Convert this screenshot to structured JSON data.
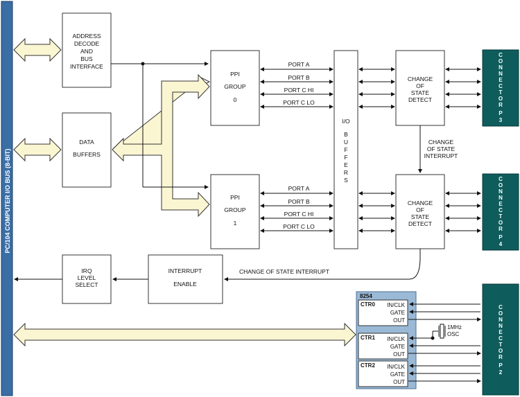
{
  "bus": {
    "label": "PC/104 COMPUTER I/O BUS (8-BIT)"
  },
  "blocks": {
    "address": [
      "ADDRESS",
      "DECODE",
      "AND",
      "BUS",
      "INTERFACE"
    ],
    "data_buffers": [
      "DATA",
      "BUFFERS"
    ],
    "ppi0": [
      "PPI",
      "GROUP",
      "0"
    ],
    "ppi1": [
      "PPI",
      "GROUP",
      "1"
    ],
    "io_buffers": [
      "I/O",
      "B",
      "U",
      "F",
      "F",
      "E",
      "R",
      "S"
    ],
    "cos0": [
      "CHANGE",
      "OF",
      "STATE",
      "DETECT"
    ],
    "cos1": [
      "CHANGE",
      "OF",
      "STATE",
      "DETECT"
    ],
    "irq": [
      "IRQ",
      "LEVEL",
      "SELECT"
    ],
    "int_enable": [
      "INTERRUPT",
      "ENABLE"
    ]
  },
  "ports": [
    "PORT A",
    "PORT B",
    "PORT C HI",
    "PORT C LO"
  ],
  "cos_interrupt_label": [
    "CHANGE",
    "OF STATE",
    "INTERRUPT"
  ],
  "change_of_state_interrupt_label": "CHANGE OF STATE INTERRUPT",
  "connectors": {
    "p3": [
      "C",
      "O",
      "N",
      "N",
      "E",
      "C",
      "T",
      "O",
      "R",
      "",
      "P",
      "3"
    ],
    "p4": [
      "C",
      "O",
      "N",
      "N",
      "E",
      "C",
      "T",
      "O",
      "R",
      "",
      "P",
      "4"
    ],
    "p2": [
      "C",
      "O",
      "N",
      "N",
      "E",
      "C",
      "T",
      "O",
      "R",
      "",
      "P",
      "2"
    ]
  },
  "timer": {
    "title": "8254",
    "counters": [
      {
        "name": "CTR0",
        "pins": [
          "IN/CLK",
          "GATE",
          "OUT"
        ]
      },
      {
        "name": "CTR1",
        "pins": [
          "IN/CLK",
          "GATE",
          "OUT"
        ]
      },
      {
        "name": "CTR2",
        "pins": [
          "IN/CLK",
          "GATE",
          "OUT"
        ]
      }
    ],
    "osc": [
      "1MHz",
      "OSC"
    ]
  },
  "colors": {
    "bus_blue": "#3a6ea5",
    "connector_teal": "#0f5c5c",
    "arrow_fill": "#fbf6d2",
    "timer_box": "#9ab9d6"
  }
}
